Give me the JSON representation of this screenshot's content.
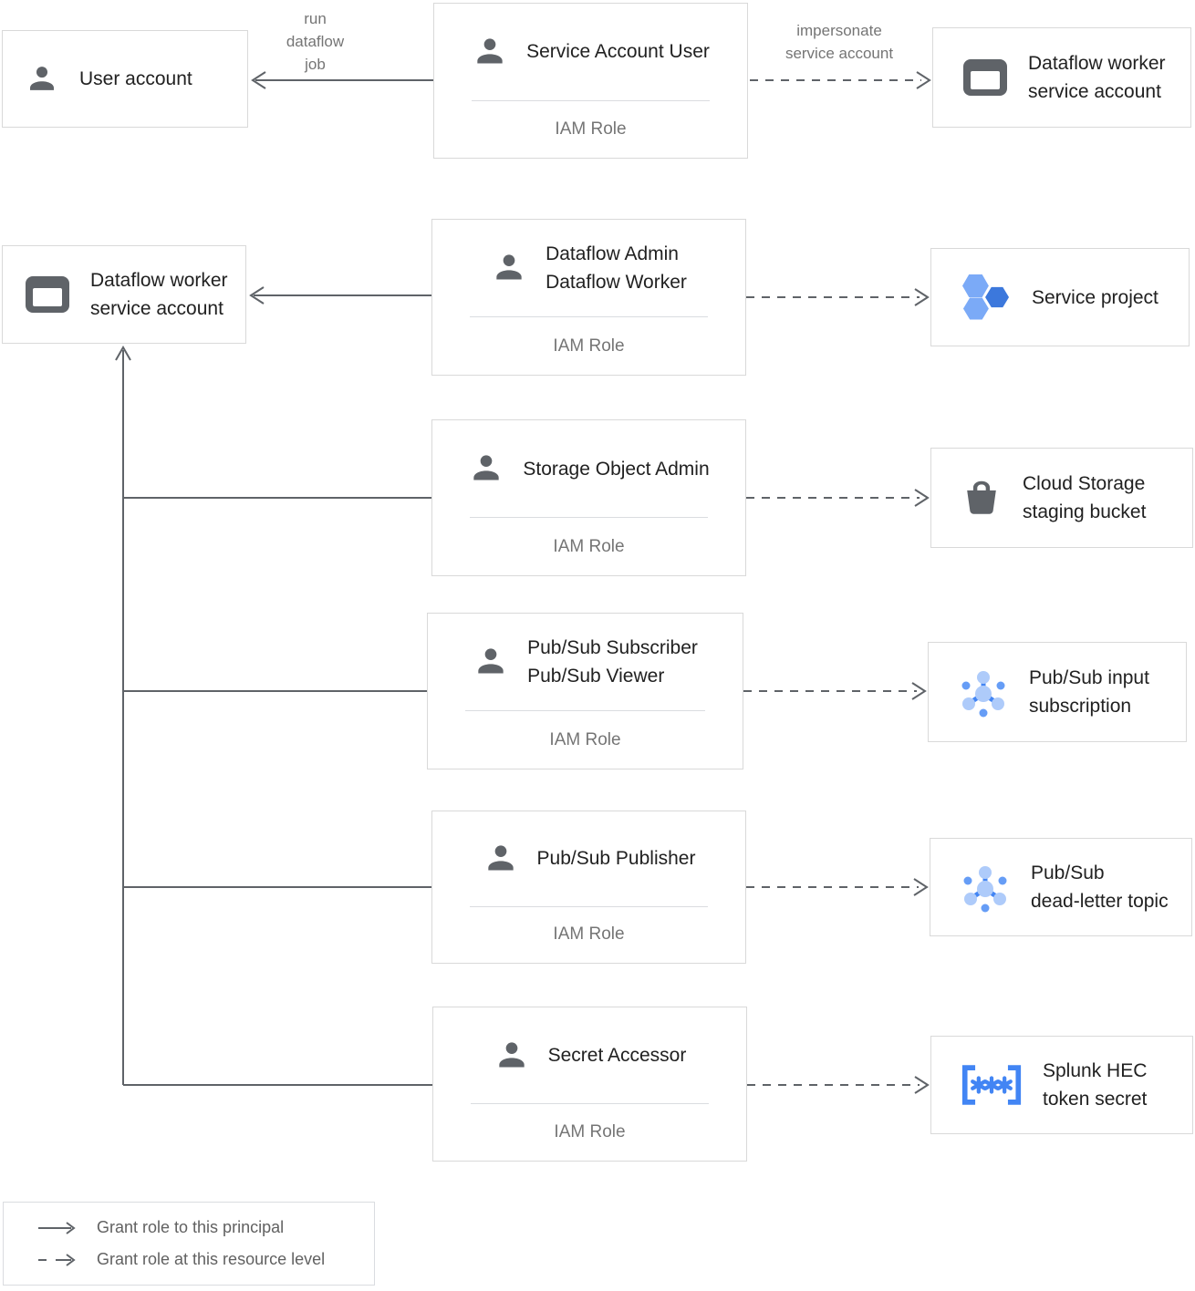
{
  "diagram": {
    "nodes": {
      "user_account": {
        "title": "User account"
      },
      "service_account_user": {
        "title": "Service Account User",
        "role_label": "IAM Role"
      },
      "dataflow_worker_sa_top": {
        "title": "Dataflow worker\nservice account"
      },
      "dataflow_worker_sa_left": {
        "title": "Dataflow worker\nservice account"
      },
      "dataflow_admin_worker": {
        "title": "Dataflow Admin\nDataflow Worker",
        "role_label": "IAM Role"
      },
      "service_project": {
        "title": "Service project"
      },
      "storage_object_admin": {
        "title": "Storage Object Admin",
        "role_label": "IAM Role"
      },
      "cloud_storage_staging_bucket": {
        "title": "Cloud Storage\nstaging bucket"
      },
      "pubsub_subscriber_viewer": {
        "title": "Pub/Sub Subscriber\nPub/Sub Viewer",
        "role_label": "IAM Role"
      },
      "pubsub_input_subscription": {
        "title": "Pub/Sub input\nsubscription"
      },
      "pubsub_publisher": {
        "title": "Pub/Sub Publisher",
        "role_label": "IAM Role"
      },
      "pubsub_dead_letter_topic": {
        "title": "Pub/Sub\ndead-letter topic"
      },
      "secret_accessor": {
        "title": "Secret Accessor",
        "role_label": "IAM Role"
      },
      "splunk_hec_token_secret": {
        "title": "Splunk HEC\ntoken secret"
      }
    },
    "edges": {
      "run_dataflow_job": "run\ndataflow\njob",
      "impersonate_service_account": "impersonate\nservice account"
    },
    "legend": {
      "solid_label": "Grant role to this principal",
      "dashed_label": "Grant role at this resource level"
    },
    "colors": {
      "line_gray": "#5f6368",
      "icon_gray": "#5f6368",
      "border_gray": "#d9d9d9",
      "text_dark": "#212121",
      "text_muted": "#757575",
      "blue_accent": "#4285f4",
      "blue_light": "#aecbfa",
      "blue_medium": "#669df6",
      "hex_light": "#7baaf7",
      "hex_dark": "#3c78dc"
    }
  }
}
